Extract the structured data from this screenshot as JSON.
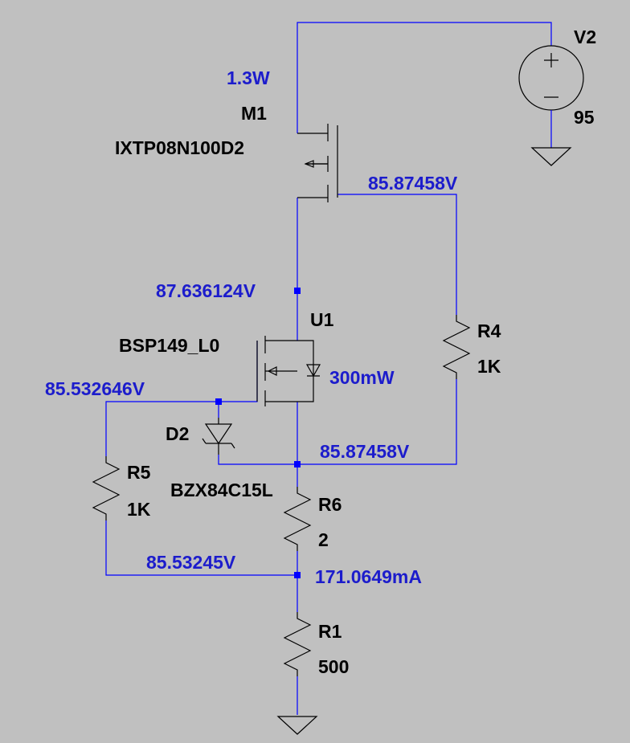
{
  "components": {
    "v2": {
      "name": "V2",
      "value": "95"
    },
    "m1": {
      "name": "M1",
      "model": "IXTP08N100D2",
      "power": "1.3W"
    },
    "u1": {
      "name": "U1",
      "model": "BSP149_L0",
      "power": "300mW"
    },
    "d2": {
      "name": "D2",
      "model": "BZX84C15L"
    },
    "r4": {
      "name": "R4",
      "value": "1K"
    },
    "r5": {
      "name": "R5",
      "value": "1K"
    },
    "r6": {
      "name": "R6",
      "value": "2"
    },
    "r1": {
      "name": "R1",
      "value": "500"
    }
  },
  "probes": {
    "m1_source": "85.87458V",
    "u1_drain": "87.636124V",
    "u1_gate": "85.532646V",
    "u1_source": "85.87458V",
    "r5_bottom": "85.53245V",
    "r1_current": "171.0649mA"
  },
  "colors": {
    "background": "#c0c0c0",
    "wire": "#0000ff",
    "symbol": "#000000",
    "annotation": "#1c1ccc"
  }
}
